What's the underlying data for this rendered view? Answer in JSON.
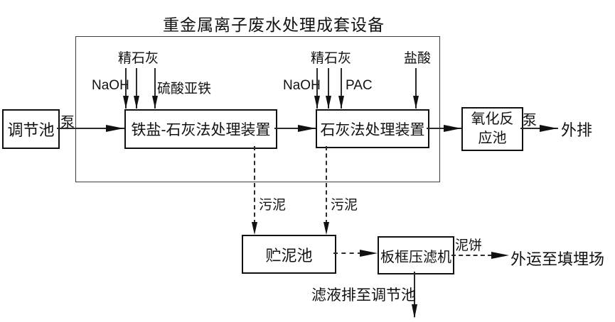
{
  "title": "重金属离子废水处理成套设备",
  "nodes": {
    "regulating_tank": "调节池",
    "iron_lime_unit": "铁盐-石灰法处理装置",
    "lime_unit": "石灰法处理装置",
    "oxidation_tank_line1": "氧化反",
    "oxidation_tank_line2": "应池",
    "sludge_tank": "贮泥池",
    "filter_press": "板框压滤机"
  },
  "inputs": {
    "refined_lime_1": "精石灰",
    "naoh_1": "NaOH",
    "ferrous_sulfate": "硫酸亚铁",
    "refined_lime_2": "精石灰",
    "naoh_2": "NaOH",
    "pac": "PAC",
    "hydrochloric_acid": "盐酸"
  },
  "flow_labels": {
    "pump_1": "泵",
    "pump_2": "泵",
    "sludge_1": "污泥",
    "sludge_2": "污泥",
    "mud_cake": "泥饼",
    "discharge": "外排",
    "to_landfill": "外运至填埋场",
    "filtrate_return": "滤液排至调节池"
  },
  "colors": {
    "line": "#2b2b2b",
    "text": "#111111",
    "background": "#ffffff"
  }
}
